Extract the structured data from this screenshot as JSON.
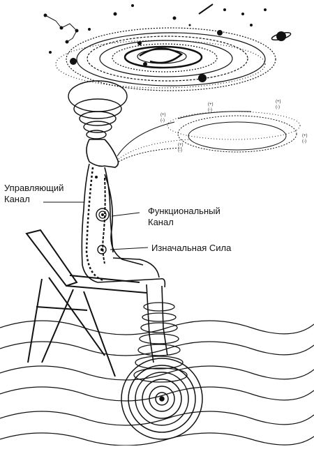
{
  "labels": {
    "governing_channel": [
      "Управляющий",
      "Канал"
    ],
    "functional_channel": [
      "Функциональный",
      "Канал"
    ],
    "original_force": "Изначальная Сила"
  },
  "small_marks": [
    "(+)",
    "(-)",
    "(+)",
    "(-)",
    "(+)",
    "(-)",
    "(+)",
    "(-)",
    "(+)",
    "(-)"
  ],
  "colors": {
    "ink": "#111111",
    "paper": "#ffffff"
  },
  "icons": [
    "galaxy-spiral-icon",
    "planet-ring-icon",
    "constellation-icon",
    "person-seated-icon",
    "chair-icon",
    "ground-spiral-icon"
  ]
}
